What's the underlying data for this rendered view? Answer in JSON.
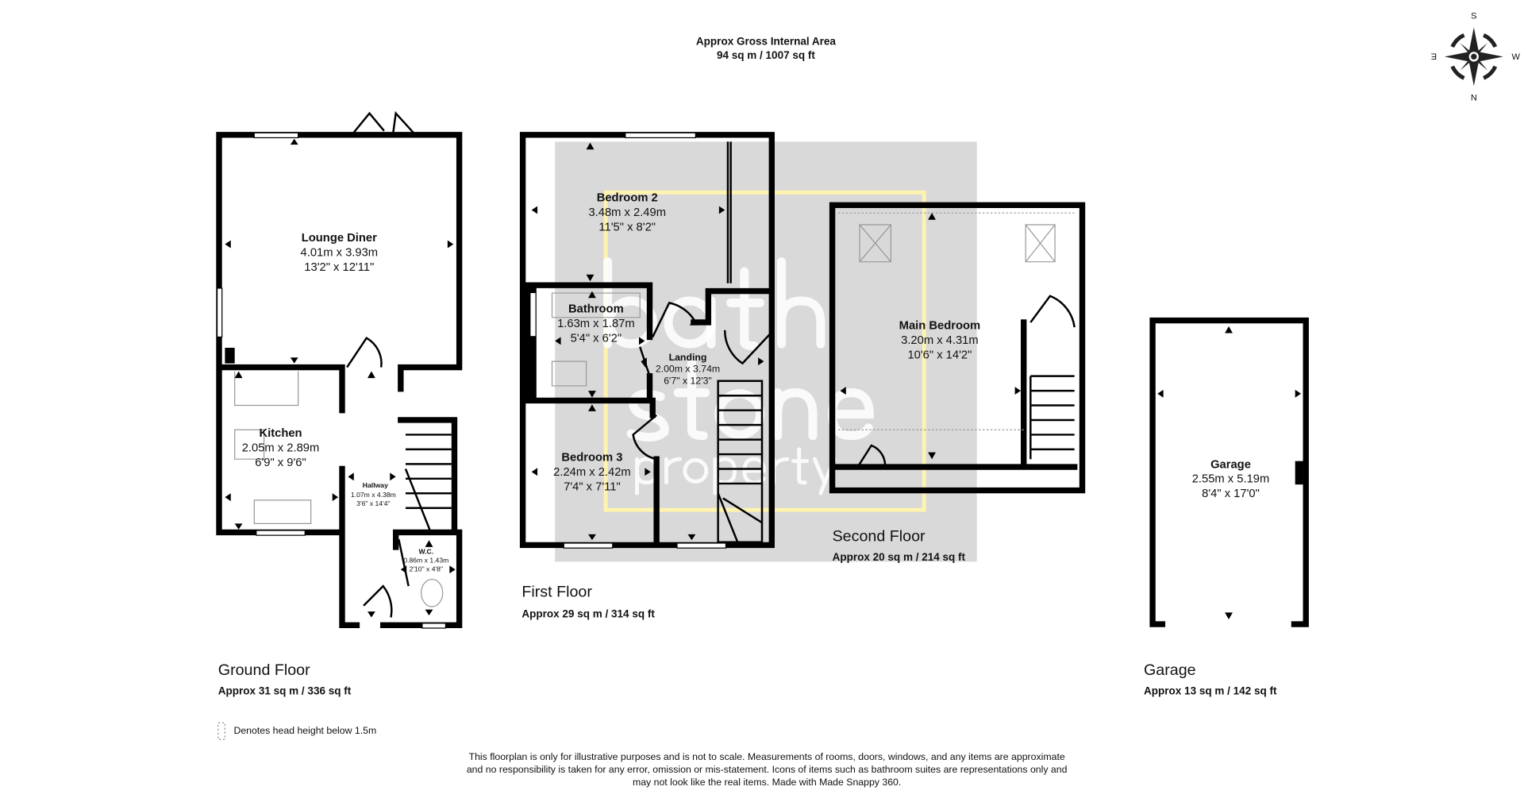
{
  "header": {
    "line1": "Approx Gross Internal Area",
    "line2": "94 sq m / 1007 sq ft"
  },
  "compass": {
    "n": "N",
    "s": "S",
    "e": "E",
    "w": "W"
  },
  "watermark": {
    "line1": "bath",
    "line2": "stone",
    "line3": "property",
    "color": "#d9d9d9",
    "frame_color": "#fff3b0"
  },
  "floors": [
    {
      "name": "Ground Floor",
      "area": "Approx 31 sq m / 336 sq ft"
    },
    {
      "name": "First Floor",
      "area": "Approx 29 sq m / 314 sq ft"
    },
    {
      "name": "Second Floor",
      "area": "Approx 20 sq m / 214 sq ft"
    },
    {
      "name": "Garage",
      "area": "Approx 13 sq m / 142 sq ft"
    }
  ],
  "rooms": {
    "lounge": {
      "name": "Lounge Diner",
      "metric": "4.01m x 3.93m",
      "imperial": "13'2\" x 12'11\""
    },
    "kitchen": {
      "name": "Kitchen",
      "metric": "2.05m x 2.89m",
      "imperial": "6'9\" x 9'6\""
    },
    "hallway": {
      "name": "Hallway",
      "metric": "1.07m x 4.38m",
      "imperial": "3'6\" x 14'4\""
    },
    "wc": {
      "name": "W.C.",
      "metric": "0.86m x 1.43m",
      "imperial": "2'10\" x 4'8\""
    },
    "bedroom2": {
      "name": "Bedroom 2",
      "metric": "3.48m x 2.49m",
      "imperial": "11'5\" x 8'2\""
    },
    "bathroom": {
      "name": "Bathroom",
      "metric": "1.63m x 1.87m",
      "imperial": "5'4\" x 6'2\""
    },
    "landing": {
      "name": "Landing",
      "metric": "2.00m x 3.74m",
      "imperial": "6'7\" x 12'3\""
    },
    "bedroom3": {
      "name": "Bedroom 3",
      "metric": "2.24m x 2.42m",
      "imperial": "7'4\" x 7'11\""
    },
    "main_bedroom": {
      "name": "Main Bedroom",
      "metric": "3.20m x 4.31m",
      "imperial": "10'6\" x 14'2\""
    },
    "garage": {
      "name": "Garage",
      "metric": "2.55m x 5.19m",
      "imperial": "8'4\" x 17'0\""
    }
  },
  "legend": {
    "text": "Denotes head height below 1.5m"
  },
  "disclaimer": {
    "line1": "This floorplan is only for illustrative purposes and is not to scale. Measurements of rooms, doors, windows, and any items are approximate",
    "line2": "and no responsibility is taken for any error, omission or mis-statement. Icons of items such as bathroom suites are representations only and",
    "line3": "may not look like the real items. Made with Made Snappy 360."
  }
}
